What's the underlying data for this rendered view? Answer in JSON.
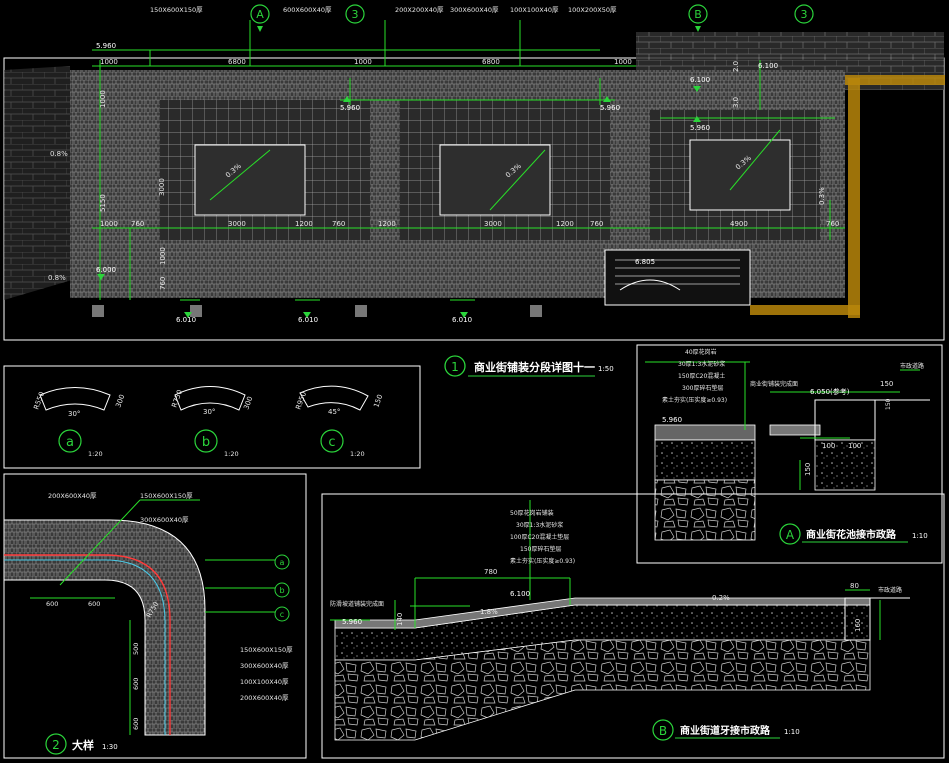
{
  "colors": {
    "background": "#000000",
    "dim_line": "#29e029",
    "paving": "#8a8a8a",
    "frame": "#ffffff",
    "wood": "#b8860b",
    "red": "#ff3b3b",
    "cyan": "#49c9e6",
    "soil": "#5a5a5a"
  },
  "plan": {
    "markers": [
      {
        "key": "A",
        "text": "A"
      },
      {
        "key": "3a",
        "text": "3"
      },
      {
        "key": "B",
        "text": "B"
      },
      {
        "key": "3b",
        "text": "3"
      }
    ],
    "notes_top": [
      "150X600X150厚",
      "600X600X40厚",
      "200X200X40厚",
      "300X600X40厚",
      "100X100X40厚",
      "100X200X50厚"
    ],
    "dims": [
      "1000",
      "6800",
      "1000",
      "6800",
      "1000",
      "1000",
      "760",
      "3000",
      "1200",
      "760",
      "1200",
      "3000",
      "1200",
      "760",
      "4900",
      "760",
      "3000",
      "1000",
      "1000",
      "5150",
      "760",
      "2.0",
      "3.0"
    ],
    "elevations": [
      "5.960",
      "5.960",
      "5.960",
      "6.100",
      "5.960",
      "6.000",
      "6.010",
      "6.010",
      "6.010",
      "6.805",
      "6.100"
    ],
    "slopes": [
      "0.8%",
      "0.8%",
      "0.3%",
      "0.3%",
      "0.3%",
      "0.3%"
    ]
  },
  "detail1": {
    "number": "1",
    "title": "商业街铺装分段详图十一",
    "scale": "1:50"
  },
  "detail_abc": {
    "items": [
      {
        "letter": "a",
        "angle": "30°",
        "r": "R550",
        "w": "300",
        "scale": "1:20"
      },
      {
        "letter": "b",
        "angle": "30°",
        "r": "R750",
        "w": "300",
        "scale": "1:20"
      },
      {
        "letter": "c",
        "angle": "45°",
        "r": "R950",
        "w": "150",
        "scale": "1:20"
      }
    ]
  },
  "detail2": {
    "number": "2",
    "title": "大样",
    "scale": "1:30",
    "notes": [
      "200X600X40厚",
      "150X600X150厚",
      "300X600X40厚"
    ],
    "bottom_notes": [
      "150X600X150厚",
      "300X600X40厚",
      "100X100X40厚",
      "200X600X40厚"
    ],
    "dims": [
      "600",
      "600",
      "R750",
      "600",
      "600",
      "500"
    ],
    "refs": [
      "a",
      "b",
      "c"
    ]
  },
  "detailA": {
    "letter": "A",
    "title": "商业街花池接市政路",
    "scale": "1:10",
    "layers": [
      "40厚花岗岩",
      "30厚1:3水泥砂浆",
      "150厚C20混凝土",
      "300厚碎石垫层",
      "素土夯实(压实度≥0.93)"
    ],
    "elevations": [
      "5.960",
      "6.050(参考)"
    ],
    "dims": [
      "150",
      "100",
      "100",
      "150",
      "150"
    ],
    "side_note": "市政道路",
    "top_note": "商业街铺装完成面"
  },
  "detailB": {
    "letter": "B",
    "title": "商业街道牙接市政路",
    "scale": "1:10",
    "layers": [
      "50厚花岗岩铺装",
      "30厚1:3水泥砂浆",
      "100厚C20混凝土垫层",
      "150厚碎石垫层",
      "素土夯实(压实度≥0.93)"
    ],
    "elevations": [
      "5.960",
      "6.100"
    ],
    "slopes": [
      "1.8%",
      "0.2%"
    ],
    "dims": [
      "780",
      "140",
      "80",
      "160"
    ],
    "left_note": "防滑坡道铺装完成面",
    "right_note": "市政道路"
  }
}
